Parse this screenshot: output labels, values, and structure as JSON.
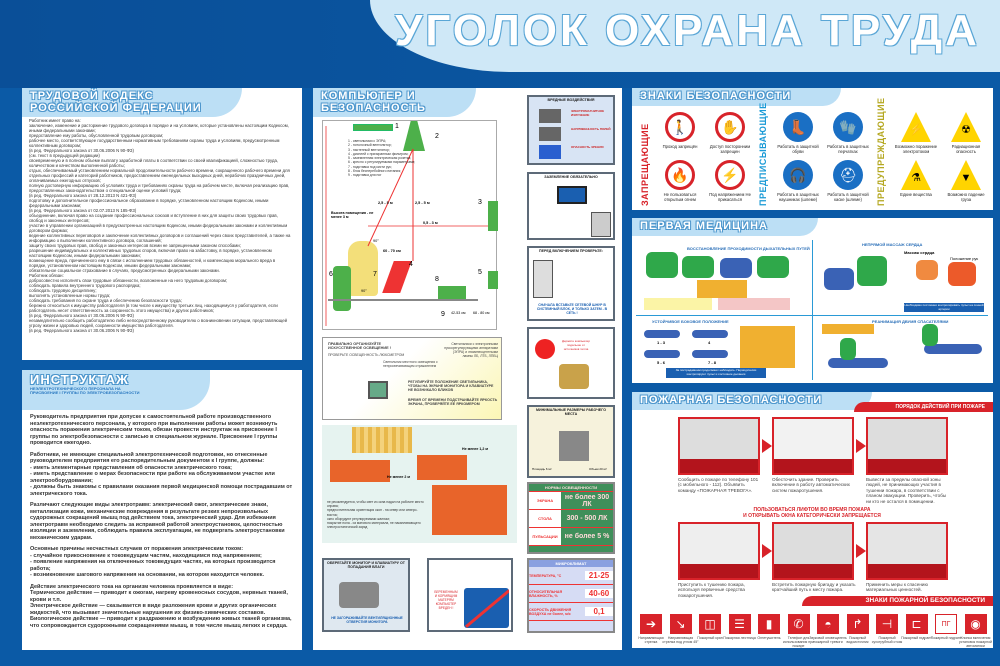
{
  "header": {
    "title": "УГОЛОК ОХРАНА ТРУДА"
  },
  "labor_code": {
    "title_line1": "ТРУДОВОЙ КОДЕКС",
    "title_line2": "РОССИЙСКОЙ ФЕДЕРАЦИИ",
    "lines": [
      "Работник имеет право на:",
      "заключение, изменение и расторжение трудового договора в порядке и на условиях, которые установлены настоящим Кодексом, иными федеральными законами;",
      "предоставление ему работы, обусловленной трудовым договором;",
      "рабочее место, соответствующее государственным нормативным требованиям охраны труда и условиям, предусмотренным коллективным договором;",
      "(в ред. Федерального закона от 30.06.2006 N 90-ФЗ)",
      "(см. текст в предыдущей редакции)",
      "своевременную и в полном объеме выплату заработной платы в соответствии со своей квалификацией, сложностью труда, количеством и качеством выполненной работы;",
      "отдых, обеспечиваемый установлением нормальной продолжительности рабочего времени, сокращенного рабочего времени для отдельных профессий и категорий работников, предоставлением еженедельных выходных дней, нерабочих праздничных дней, оплачиваемых ежегодных отпусков;",
      "полную достоверную информацию об условиях труда и требованиях охраны труда на рабочем месте, включая реализацию прав, предоставленных законодательством о специальной оценке условий труда;",
      "(в ред. Федерального закона от 28.12.2013 N 421-ФЗ)",
      "подготовку и дополнительное профессиональное образование в порядке, установленном настоящим Кодексом, иными федеральными законами;",
      "(в ред. Федерального закона от 02.07.2013 N 185-ФЗ)",
      "объединение, включая право на создание профессиональных союзов и вступление в них для защиты своих трудовых прав, свобод и законных интересов;",
      "участие в управлении организацией в предусмотренных настоящим Кодексом, иными федеральными законами и коллективным договором формах;",
      "ведение коллективных переговоров и заключение коллективных договоров и соглашений через своих представителей, а также на информацию о выполнении коллективного договора, соглашений;",
      "защиту своих трудовых прав, свобод и законных интересов всеми не запрещенными законом способами;",
      "разрешение индивидуальных и коллективных трудовых споров, включая право на забастовку, в порядке, установленном настоящим Кодексом, иными федеральными законами;",
      "возмещение вреда, причиненного ему в связи с исполнением трудовых обязанностей, и компенсацию морального вреда в порядке, установленном настоящим Кодексом, иными федеральными законами;",
      "обязательное социальное страхование в случаях, предусмотренных федеральными законами.",
      "Работник обязан:",
      "добросовестно исполнять свои трудовые обязанности, возложенные на него трудовым договором;",
      "соблюдать правила внутреннего трудового распорядка;",
      "соблюдать трудовую дисциплину;",
      "выполнять установленные нормы труда;",
      "соблюдать требования по охране труда и обеспечению безопасности труда;",
      "бережно относиться к имуществу работодателя (в том числе к имуществу третьих лиц, находящемуся у работодателя, если работодатель несет ответственность за сохранность этого имущества) и других работников;",
      "(в ред. Федерального закона от 30.06.2006 N 90-ФЗ)",
      "незамедлительно сообщить работодателю либо непосредственному руководителю о возникновении ситуации, представляющей угрозу жизни и здоровью людей, сохранности имущества работодателя.",
      "(в ред. Федерального закона от 30.06.2006 N 90-ФЗ)"
    ]
  },
  "briefing": {
    "title": "ИНСТРУКТАЖ",
    "subtitle": "НЕЭЛЕКТРОТЕХНИЧЕСКОГО ПЕРСОНАЛА НА ПРИСВОЕНИЕ I ГРУППЫ ПО ЭЛЕКТРОБЕЗОПАСНОСТИ",
    "paragraphs": [
      "Руководитель предприятия при допуске к самостоятельной работе производственного неэлектротехнического персонала, у которого при выполнении работы может возникнуть опасность поражения электрическим током, обязан провести инструктаж на присвоение I группы по электробезопасности с записью в специальном журнале. Присвоение I группы проводится ежегодно.",
      "Работники, не имеющие специальной электротехнической подготовки, но отнесенные руководителем предприятия его распорядительным документом к I группе, должны:\n- иметь элементарные представления об опасности электрического тока;\n- иметь представление о мерах безопасности при работе на обслуживаемом участке или электрооборудовании;\n- должны быть знакомы с правилами оказания первой медицинской помощи пострадавшим от электрического тока.",
      "Различают следующие виды электротравм: электрический ожог, электрические знаки, металлизация кожи, механические повреждения в результате резких непроизвольных судорожных сокращений мышц под действием тока, электрический удар. Для избежания электротравм необходимо следить за исправной работой электроустановок, целостностью изоляции и заземления, соблюдать правила эксплуатации, не подвергать электроустановки механическим ударам.",
      "Основные причины несчастных случаев от поражения электрическим током:\n- случайное прикосновение к токоведущим частям, находящимся под напряжением;\n- появление напряжения на отключенных токоведущих частях, на которых производится работа;\n- возникновение шагового напряжения на основании, на котором находится человек.",
      "Действие электрического тока на организм человека проявляется в виде:\nТермическое действие — приводит к ожогам, нагреву кровеносных сосудов, нервных тканей, крови и т.п.\nЭлектрическое действие — сказывается в виде разложения крови и других органических жидкостей, что вызывает значительные нарушения их физико-химических составов.\nБиологическое действие — приводит к раздражению и возбуждению живых тканей организма, что сопровождается судорожными сокращениями мышц, в том числе мышц легких и сердца."
    ]
  },
  "computer": {
    "title_line1": "КОМПЬЮТЕР И",
    "title_line2": "БЕЗОПАСНОСТЬ",
    "legend": [
      "1 - светильники с ЭПРА;",
      "2 - потолочный вентилятор;",
      "3 - настенный вентилятор;",
      "4 - дисплей с приэкранным фильтром;",
      "5 - заземленная электрическая розетка;",
      "6 - кресло с регулируемыми параметрами;",
      "7 - подставка под кисти рук;",
      "8 - блок бесперебойного питания;",
      "9 - подставка для ног"
    ],
    "numbers": [
      "1",
      "2",
      "3",
      "4",
      "5",
      "6",
      "7",
      "8",
      "9"
    ],
    "dims": {
      "room_height": "Высота помещения - не менее 3 м",
      "d1": "2,5 - 5 м",
      "d2": "2,5 - 5 м",
      "d3": "0,5 - 3 м",
      "d4": "60 - 70 см",
      "angle1": "90°",
      "angle2": "90°",
      "h1": "42-53 см",
      "h2": "68 - 80 см"
    },
    "lighting": {
      "title": "ПРАВИЛЬНО ОРГАНИЗУЙТЕ ИСКУССТВЕННОЕ ОСВЕЩЕНИЕ !",
      "check": "ПРОВЕРЬТЕ ОСВЕЩЕННОСТЬ ЛЮКСМЕТРОМ",
      "ceiling": "Светильники с электронными пускорегулирующими аппаратами (ЭПРА) и люминесцентными лампы ЛБ, ЛТБ, ЛПБЦ",
      "local": "Светильник местного освещения с непросвечивающим отражателем",
      "tip1": "РЕГУЛИРУЙТЕ ПОЛОЖЕНИЕ СВЕТИЛЬНИКА, ЧТОБЫ НА ЭКРАНЕ МОНИТОРА И КЛАВИАТУРЕ НЕ ВОЗНИКАЛО БЛИКОВ",
      "tip2": "ВРЕМЯ ОТ ВРЕМЕНИ ПОДСТРАИВАЙТЕ ЯРКОСТЬ ЭКРАНА, ПРОВЕРЯЙТЕ ЕЕ ЯРКОМЕРОМ"
    },
    "office": {
      "dist1": "Не менее 1,2 м",
      "dist2": "Не менее 2 м",
      "notes": [
        "не рекомендуется, чтобы свет из окна падал на рабочее место справа;",
        "предпочтительная ориентация окон - на север или северо-восток;",
        "окно оборудуют регулируемыми жалюзи;",
        "покрытие пола - из матового материала, не накапливающего электростатический заряд"
      ]
    },
    "harmful": {
      "title": "ВРЕДНЫЕ ВОЗДЕЙСТВИЯ",
      "items": [
        "ЭЛЕКТРОМАГНИТНОЕ ИЗЛУЧЕНИЕ",
        "НАПРЯЖЕННОСТЬ ПОЛЕЙ",
        "ОПАСНОСТЬ ЗРЕНИЯ"
      ]
    },
    "grounding": {
      "title": "ЗАЗЕМЛЕНИЕ ОБЯЗАТЕЛЬНО"
    },
    "before_on": {
      "title": "ПЕРЕД ВКЛЮЧЕНИЕМ ПРОВЕРЬТЕ:",
      "note": "СНАЧАЛА ВСТАВЬТЕ СЕТЕВОЙ ШНУР В СИСТЕМНЫЙ БЛОК, И ТОЛЬКО ЗАТЕМ - В СЕТЬ !"
    },
    "heater": {
      "note": "Держите компьютер подальше от источников тепла"
    },
    "min_size": {
      "title": "МИНИМАЛЬНЫЕ РАЗМЕРЫ РАБОЧЕГО МЕСТА",
      "area1": "Площадь 6 м²",
      "area2": "Объем 20 м³"
    },
    "lighting_norms": {
      "title": "НОРМЫ ОСВЕЩЕННОСТИ",
      "rows": [
        [
          "ЭКРАНА",
          "не более 300 ЛК"
        ],
        [
          "СТОЛА",
          "300 - 500 ЛК"
        ],
        [
          "ПУЛЬСАЦИИ",
          "не более 5 %"
        ]
      ]
    },
    "climate": {
      "title": "МИКРОКЛИМАТ",
      "rows": [
        [
          "ТЕМПЕРАТУРА, °С",
          "21-25"
        ],
        [
          "ОТНОСИТЕЛЬНАЯ ВЛАЖНОСТЬ, %",
          "40-60"
        ],
        [
          "СКОРОСТЬ ДВИЖЕНИЯ ВОЗДУХА не более, м/с",
          "0,1"
        ]
      ]
    },
    "moisture": {
      "title": "ОБЕРЕГАЙТЕ МОНИТОР И КЛАВИАТУРУ ОТ ПОПАДАНИЯ ВЛАГИ",
      "note": "НЕ ЗАГОРАЖИВАЙТЕ ВЕНТИЛЯЦИОННЫЕ ОТВЕРСТИЯ МОНИТОРА"
    },
    "pregnant": {
      "note": "БЕРЕМЕННЫМ И КОРМЯЩИМ МАТЕРЯМ КОМПЬЮТЕР ВРЕДЕН !"
    }
  },
  "signs": {
    "title": "ЗНАКИ БЕЗОПАСНОСТИ",
    "groups": [
      {
        "label": "ЗАПРЕЩАЮЩИЕ",
        "color": "#d8232a",
        "items": [
          {
            "icon": "no-walking-icon",
            "glyph": "🚶",
            "label": "Проход запрещён"
          },
          {
            "icon": "no-entry-hand-icon",
            "glyph": "✋",
            "label": "Доступ посторонним запрещен"
          },
          {
            "icon": "no-open-flame-icon",
            "glyph": "🔥",
            "label": "Не пользоваться открытым огнем"
          },
          {
            "icon": "no-touch-voltage-icon",
            "glyph": "⚡",
            "label": "Под напряжением Не прикасаться"
          }
        ]
      },
      {
        "label": "ПРЕДПИСЫВАЮЩИЕ",
        "color": "#1a9ad6",
        "items": [
          {
            "icon": "safety-boots-icon",
            "glyph": "👢",
            "label": "Работать в защитной обуви"
          },
          {
            "icon": "safety-gloves-icon",
            "glyph": "🧤",
            "label": "Работать в защитных перчатках"
          },
          {
            "icon": "ear-protection-icon",
            "glyph": "🎧",
            "label": "Работать в защитных наушниках (шлеме)"
          },
          {
            "icon": "hard-hat-icon",
            "glyph": "⛑",
            "label": "Работать в защитной каске (шлеме)"
          }
        ]
      },
      {
        "label": "ПРЕДУПРЕЖДАЮЩИЕ",
        "color": "#b5a822",
        "items": [
          {
            "icon": "electric-shock-warning-icon",
            "glyph": "⚡",
            "label": "Возможно поражение электротоком"
          },
          {
            "icon": "radiation-warning-icon",
            "glyph": "☢",
            "label": "Радиационная опасность"
          },
          {
            "icon": "corrosive-warning-icon",
            "glyph": "⚗",
            "label": "Едкие вещества"
          },
          {
            "icon": "falling-load-warning-icon",
            "glyph": "▼",
            "label": "Возможно падение груза"
          }
        ]
      }
    ]
  },
  "first_aid": {
    "title": "ПЕРВАЯ МЕДИЦИНА",
    "quadrants": [
      "ВОССТАНОВЛЕНИЕ ПРОХОДИМОСТИ ДЫХАТЕЛЬНЫХ ПУТЕЙ",
      "НЕПРЯМОЙ МАССАЖ СЕРДЦА",
      "УСТОЙЧИВОЕ БОКОВОЕ ПОЛОЖЕНИЕ",
      "РЕАНИМАЦИЯ ДВУМЯ СПАСАТЕЛЯМИ"
    ],
    "labels": [
      "Массаж сердца",
      "Положение рук"
    ],
    "steps": [
      "1 - 3",
      "4",
      "5 - 6",
      "7 - 8"
    ],
    "notes": [
      "За пострадавшим продолжают наблюдать. Периодически контролируют пульс и состояние дыхания",
      "Необходимо постоянно контролировать пульс на сонной артерии"
    ]
  },
  "fire": {
    "title": "ПОЖАРНАЯ БЕЗОПАСНОСТИ",
    "procedure_title": "ПОРЯДОК ДЕЙСТВИЙ ПРИ ПОЖАРЕ",
    "steps": [
      "Сообщить о пожаре по телефону 101 (с мобильного - 112). Объявить команду «ПОЖАРНАЯ ТРЕВОГА».",
      "Обесточить здание. Проверить включение в работу автоматических систем пожаротушения.",
      "Вывести за пределы опасной зоны людей, не принимающих участия в тушении пожара, в соответствии с планом эвакуации. Проверить, чтобы ни кто не остался в помещении.",
      "Приступить к тушению пожара, используя первичные средства пожаротушения.",
      "Встретить пожарную бригаду и указать кратчайший путь к месту пожара.",
      "Применить меры к спасению материальных ценностей."
    ],
    "warning_line1": "ПОЛЬЗОВАТЬСЯ ЛИФТОМ ВО ВРЕМЯ ПОЖАРА",
    "warning_line2": "И ОТКРЫВАТЬ ОКНА КАТЕГОРИЧЕСКИ ЗАПРЕЩАЕТСЯ",
    "signs_title": "ЗНАКИ ПОЖАРНОЙ БЕЗОПАСНОСТИ",
    "signs": [
      {
        "icon": "direction-arrow-icon",
        "glyph": "➔",
        "label": "Направляющая стрелка"
      },
      {
        "icon": "diagonal-arrow-icon",
        "glyph": "↘",
        "label": "Направляющая стрелка под углом 45°"
      },
      {
        "icon": "fire-hose-icon",
        "glyph": "◫",
        "label": "Пожарный кран"
      },
      {
        "icon": "fire-ladder-icon",
        "glyph": "☰",
        "label": "Пожарная лестница"
      },
      {
        "icon": "extinguisher-icon",
        "glyph": "▮",
        "label": "Огнетушитель"
      },
      {
        "icon": "fire-phone-icon",
        "glyph": "✆",
        "label": "Телефон для использования при пожаре"
      },
      {
        "icon": "fire-alarm-icon",
        "glyph": "◓",
        "label": "Звуковой оповещатель пожарной тревоги"
      },
      {
        "icon": "hose-pipe-icon",
        "glyph": "↱",
        "label": "Пожарный водоисточник"
      },
      {
        "icon": "dry-riser-icon",
        "glyph": "⊣",
        "label": "Пожарный сухотрубный стояк"
      },
      {
        "icon": "fire-hydrant-nozzle-icon",
        "glyph": "⊏",
        "label": "Пожарный гидрант"
      },
      {
        "icon": "hydrant-sign-icon",
        "glyph": "ПГ",
        "label": "Пожарный гидрант"
      },
      {
        "icon": "fire-button-icon",
        "glyph": "◉",
        "label": "Кнопка включения установок пожарной автоматики"
      }
    ]
  }
}
